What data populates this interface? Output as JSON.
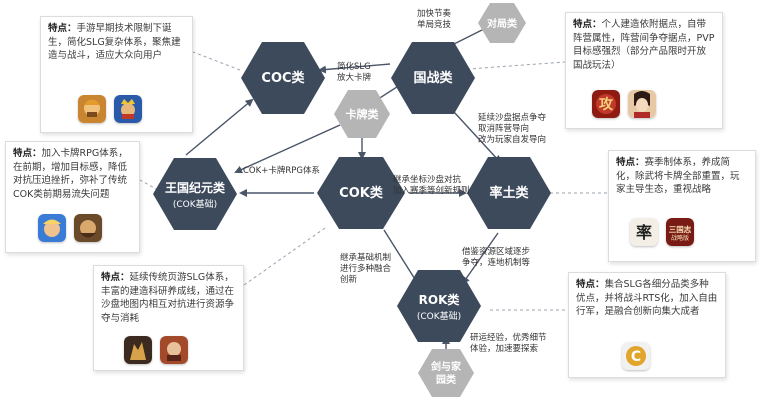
{
  "nodes": {
    "coc": "COC类",
    "guozhan": "国战类",
    "kapai": "卡牌类",
    "duiju": "对局类",
    "wangguo": "王国纪元类",
    "wangguo_sub": "(COK基础)",
    "cok": "COK类",
    "shuaitu": "率土类",
    "rok": "ROK类",
    "rok_sub": "(COK基础)",
    "jianyujia": "剑与家园类"
  },
  "edges": {
    "fast_pace": "加快节奏\n单局竞技",
    "simplify_slg": "简化SLG\n放大卡牌",
    "extend_sandbox": "延续沙盘据点争夺\n取消阵营导向\n改为玩家自发导向",
    "cok_card_rpg": "COK+卡牌RPG体系",
    "inherit_coords": "继承坐标沙盘对抗\n加入赛季等创新规则",
    "inherit_base": "继承基础机制\n进行多种融合\n创新",
    "borrow_resources": "借鉴资源区域逐步\n争夺，连地机制等",
    "ops_experience": "研运经验，优秀细节\n体验，加速要探索"
  },
  "cards": {
    "coc": {
      "key": "特点：",
      "text": "手游早期技术限制下诞生，简化SLG复杂体系，聚焦建造与战斗，适应大众向用户"
    },
    "guozhan": {
      "key": "特点：",
      "text": "个人建造依附据点，自带阵营属性，阵营间争夺据点，PVP目标感强烈（部分产品限时开放国战玩法）"
    },
    "wangguo": {
      "key": "特点：",
      "text": "加入卡牌RPG体系，在前期，增加目标感，降低对抗压迫挫折，弥补了传统COK类前期易流失问题"
    },
    "shuaitu": {
      "key": "特点：",
      "text": "赛季制体系，养成简化，除武将卡牌全部重置，玩家主导生态，重视战略"
    },
    "cok": {
      "key": "特点：",
      "text": "延续传统页游SLG体系，丰富的建造科研养成线，通过在沙盘地图内相互对抗进行资源争夺与消耗"
    },
    "rok": {
      "key": "特点：",
      "text": "集合SLG各细分品类多种优点，并将战斗RTS化，加入自由行军，是融合创新向集大成者"
    }
  },
  "icon_texts": {
    "guozhan_a": "攻",
    "shuaitu_a": "率",
    "shuaitu_b": "三国志",
    "shuaitu_b2": "战略版",
    "rok_a": "C"
  },
  "colors": {
    "hex_main": "#3d4a5c",
    "hex_small": "#b5b5b5",
    "arrow": "#4a5568",
    "card_border": "#dcdcdc"
  }
}
